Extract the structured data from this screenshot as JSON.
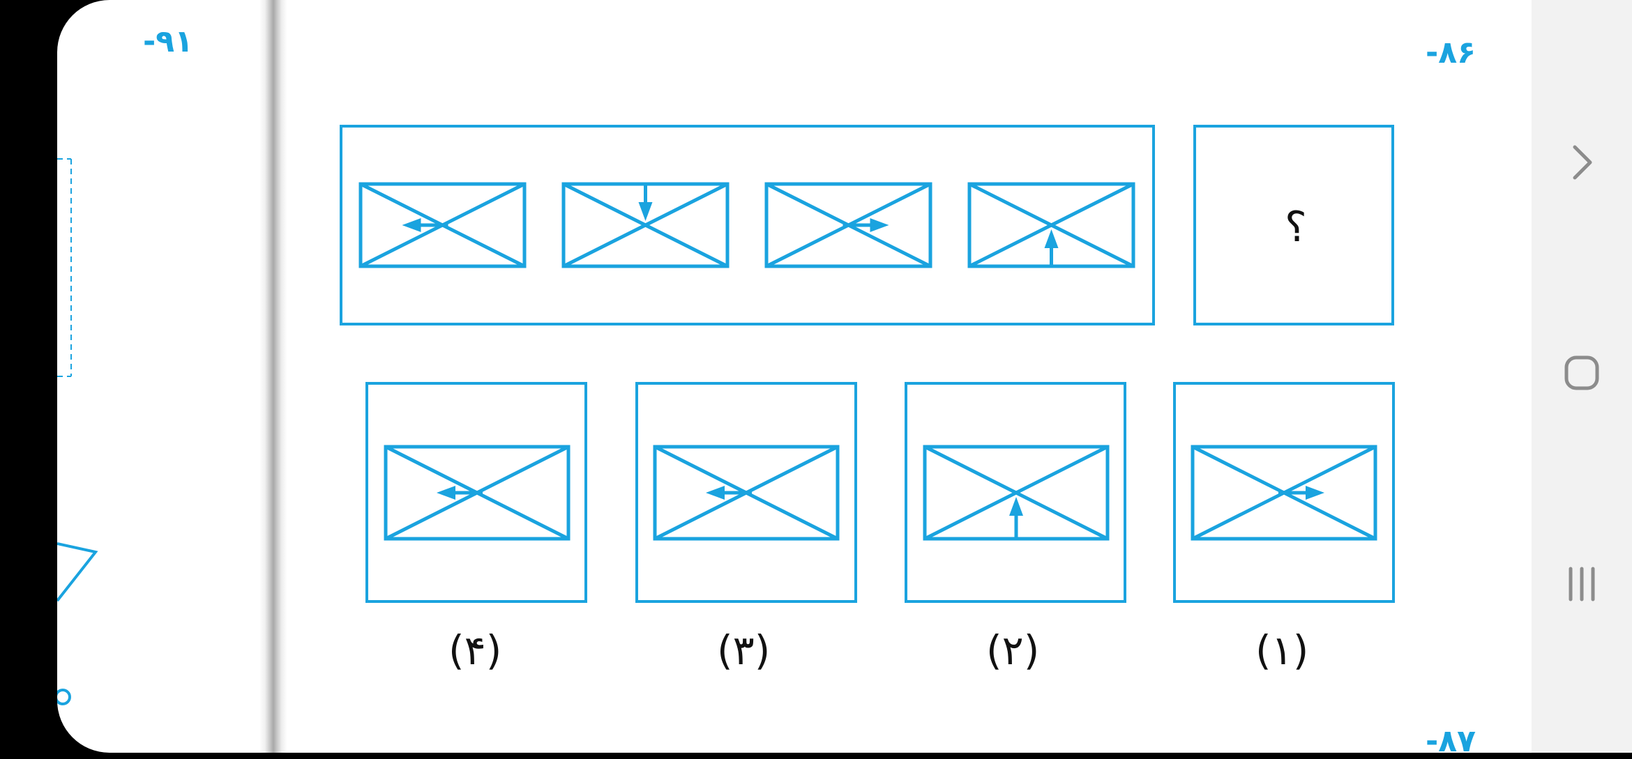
{
  "page": {
    "left_question_number": "-۹۱",
    "question_number": "-۸۶",
    "next_question_number": "-۸۷",
    "missing_symbol": "؟",
    "options": [
      {
        "label": "(۱)",
        "arrow": "right"
      },
      {
        "label": "(۲)",
        "arrow": "up"
      },
      {
        "label": "(۳)",
        "arrow": "left"
      },
      {
        "label": "(۴)",
        "arrow": "left"
      }
    ],
    "sequence": [
      {
        "arrow": "left"
      },
      {
        "arrow": "down"
      },
      {
        "arrow": "right"
      },
      {
        "arrow": "up"
      }
    ]
  },
  "nav": {
    "forward_icon": "chevron-right-icon",
    "home_icon": "home-icon",
    "recents_icon": "recents-icon"
  },
  "colors": {
    "accent": "#1aa3df",
    "page_bg": "#ffffff",
    "nav_bg": "#f2f2f2",
    "nav_icon": "#8c8c8c"
  }
}
